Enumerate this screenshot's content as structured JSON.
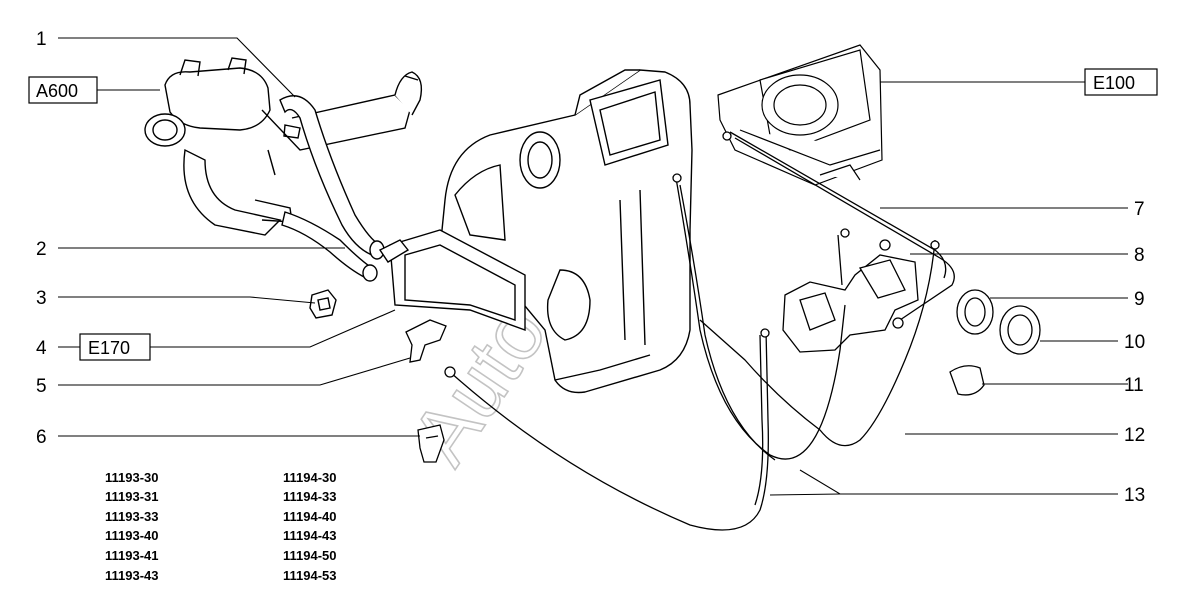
{
  "callouts_left": [
    "1",
    "2",
    "3",
    "4",
    "5",
    "6"
  ],
  "callouts_right": [
    "7",
    "8",
    "9",
    "10",
    "11",
    "12",
    "13"
  ],
  "boxed_refs": {
    "a600": "A600",
    "e100": "E100",
    "e170": "E170"
  },
  "watermark": "AutoSoft",
  "model_codes": {
    "col1": [
      "11193-30",
      "11193-31",
      "11193-33",
      "11193-40",
      "11193-41",
      "11193-43"
    ],
    "col2": [
      "11194-30",
      "11194-33",
      "11194-40",
      "11194-43",
      "11194-50",
      "11194-53"
    ]
  }
}
